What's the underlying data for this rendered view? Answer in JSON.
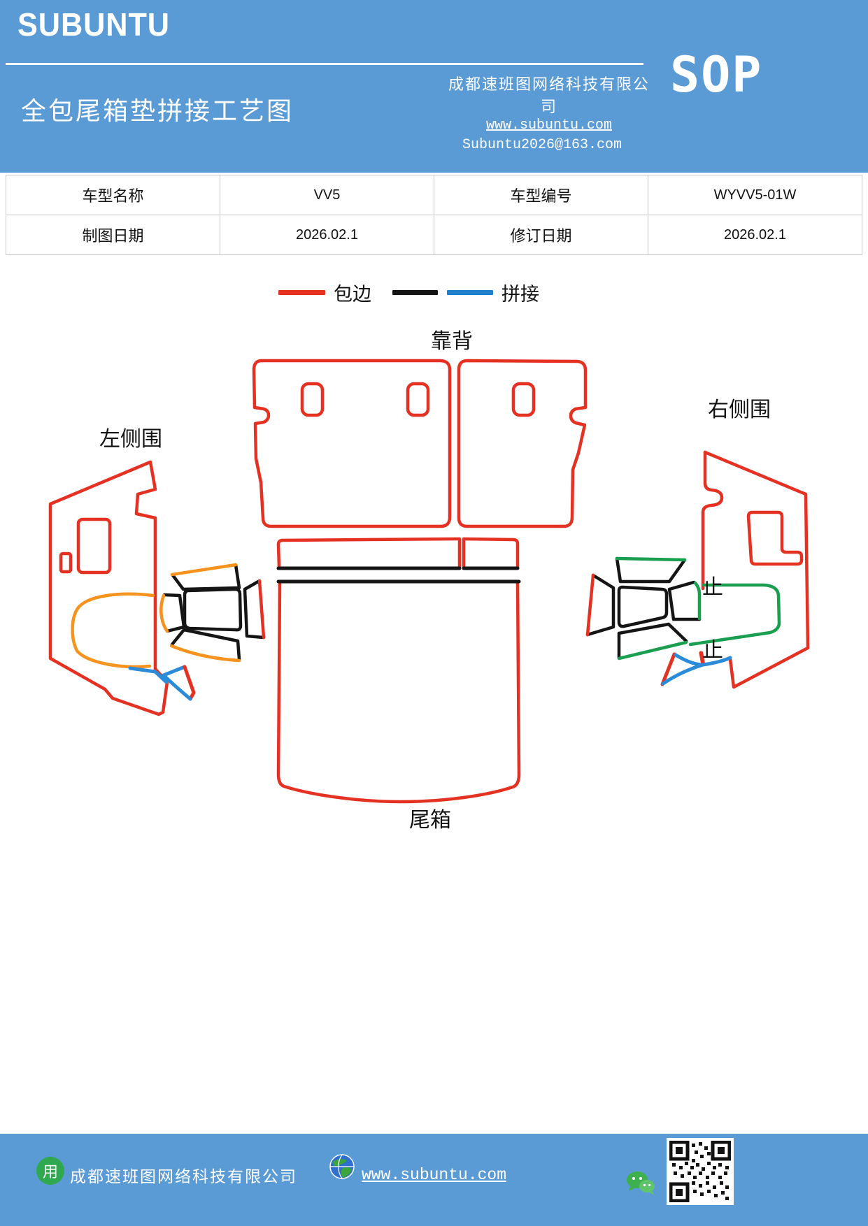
{
  "header": {
    "logo": "SUBUNTU",
    "title": "全包尾箱垫拼接工艺图",
    "company": "成都速班图网络科技有限公司",
    "sop_badge": "SOP",
    "website": "www.subuntu.com",
    "email": "Subuntu2026@163.com"
  },
  "info_table": {
    "rows": [
      {
        "label1": "车型名称",
        "value1": "VV5",
        "label2": "车型编号",
        "value2": "WYVV5-01W"
      },
      {
        "label1": "制图日期",
        "value1": "2026.02.1",
        "label2": "修订日期",
        "value2": "2026.02.1"
      }
    ]
  },
  "legend": {
    "edge_binding_label": "包边",
    "splice_label": "拼接",
    "edge_binding_color": "#e53122",
    "splice_colors": [
      "#151515",
      "#2180cd"
    ]
  },
  "diagram": {
    "labels": {
      "backrest": "靠背",
      "left_side": "左侧围",
      "right_side": "右侧围",
      "trunk": "尾箱",
      "stop": "止"
    },
    "colors": {
      "edge_binding_red": "#e53122",
      "splice_black": "#151515",
      "splice_blue": "#2b8bd8",
      "accent_orange": "#f6921e",
      "accent_green": "#1a9e50"
    }
  },
  "footer": {
    "logo_glyph": "用",
    "company": "成都速班图网络科技有限公司",
    "website": "www.subuntu.com"
  }
}
